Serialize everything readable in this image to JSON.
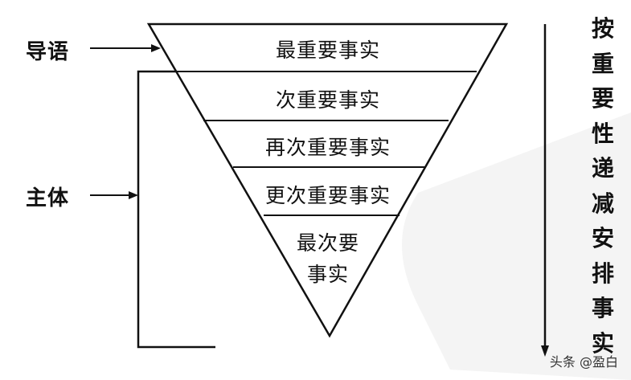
{
  "labels": {
    "lead": "导语",
    "body": "主体"
  },
  "tiers": [
    "最重要事实",
    "次重要事实",
    "再次重要事实",
    "更次重要事实",
    "最次要",
    "事实"
  ],
  "side_text": [
    "按",
    "重",
    "要",
    "性",
    "递",
    "减",
    "安",
    "排",
    "事",
    "实"
  ],
  "watermark": "头条 @盈白"
}
